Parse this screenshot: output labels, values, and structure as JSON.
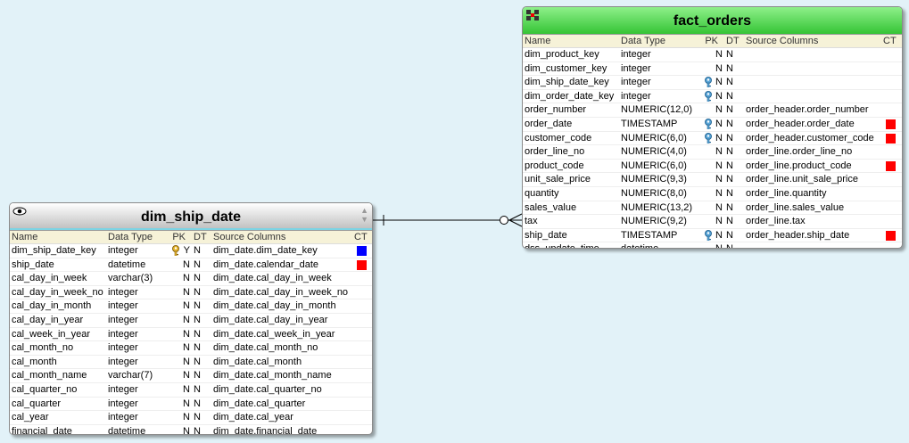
{
  "fact_orders": {
    "title": "fact_orders",
    "headers": {
      "name": "Name",
      "type": "Data Type",
      "pk": "PK",
      "dt": "DT",
      "src": "Source Columns",
      "ct": "CT"
    },
    "rows": [
      {
        "name": "dim_product_key",
        "type": "integer",
        "key": "",
        "pk": "N",
        "dt": "N",
        "src": "",
        "ct": ""
      },
      {
        "name": "dim_customer_key",
        "type": "integer",
        "key": "",
        "pk": "N",
        "dt": "N",
        "src": "",
        "ct": ""
      },
      {
        "name": "dim_ship_date_key",
        "type": "integer",
        "key": "blue",
        "pk": "N",
        "dt": "N",
        "src": "",
        "ct": ""
      },
      {
        "name": "dim_order_date_key",
        "type": "integer",
        "key": "blue",
        "pk": "N",
        "dt": "N",
        "src": "",
        "ct": ""
      },
      {
        "name": "order_number",
        "type": "NUMERIC(12,0)",
        "key": "",
        "pk": "N",
        "dt": "N",
        "src": "order_header.order_number",
        "ct": ""
      },
      {
        "name": "order_date",
        "type": "TIMESTAMP",
        "key": "blue",
        "pk": "N",
        "dt": "N",
        "src": "order_header.order_date",
        "ct": "#ff0000"
      },
      {
        "name": "customer_code",
        "type": "NUMERIC(6,0)",
        "key": "blue",
        "pk": "N",
        "dt": "N",
        "src": "order_header.customer_code",
        "ct": "#ff0000"
      },
      {
        "name": "order_line_no",
        "type": "NUMERIC(4,0)",
        "key": "",
        "pk": "N",
        "dt": "N",
        "src": "order_line.order_line_no",
        "ct": ""
      },
      {
        "name": "product_code",
        "type": "NUMERIC(6,0)",
        "key": "",
        "pk": "N",
        "dt": "N",
        "src": "order_line.product_code",
        "ct": "#ff0000"
      },
      {
        "name": "unit_sale_price",
        "type": "NUMERIC(9,3)",
        "key": "",
        "pk": "N",
        "dt": "N",
        "src": "order_line.unit_sale_price",
        "ct": ""
      },
      {
        "name": "quantity",
        "type": "NUMERIC(8,0)",
        "key": "",
        "pk": "N",
        "dt": "N",
        "src": "order_line.quantity",
        "ct": ""
      },
      {
        "name": "sales_value",
        "type": "NUMERIC(13,2)",
        "key": "",
        "pk": "N",
        "dt": "N",
        "src": "order_line.sales_value",
        "ct": ""
      },
      {
        "name": "tax",
        "type": "NUMERIC(9,2)",
        "key": "",
        "pk": "N",
        "dt": "N",
        "src": "order_line.tax",
        "ct": ""
      },
      {
        "name": "ship_date",
        "type": "TIMESTAMP",
        "key": "blue",
        "pk": "N",
        "dt": "N",
        "src": "order_header.ship_date",
        "ct": "#ff0000"
      },
      {
        "name": "dss_update_time",
        "type": "datetime",
        "key": "",
        "pk": "N",
        "dt": "N",
        "src": "",
        "ct": ""
      }
    ]
  },
  "dim_ship_date": {
    "title": "dim_ship_date",
    "headers": {
      "name": "Name",
      "type": "Data Type",
      "pk": "PK",
      "dt": "DT",
      "src": "Source Columns",
      "ct": "CT"
    },
    "rows": [
      {
        "name": "dim_ship_date_key",
        "type": "integer",
        "key": "gold",
        "pk": "Y",
        "dt": "N",
        "src": "dim_date.dim_date_key",
        "ct": "#0000ff"
      },
      {
        "name": "ship_date",
        "type": "datetime",
        "key": "",
        "pk": "N",
        "dt": "N",
        "src": "dim_date.calendar_date",
        "ct": "#ff0000"
      },
      {
        "name": "cal_day_in_week",
        "type": "varchar(3)",
        "key": "",
        "pk": "N",
        "dt": "N",
        "src": "dim_date.cal_day_in_week",
        "ct": ""
      },
      {
        "name": "cal_day_in_week_no",
        "type": "integer",
        "key": "",
        "pk": "N",
        "dt": "N",
        "src": "dim_date.cal_day_in_week_no",
        "ct": ""
      },
      {
        "name": "cal_day_in_month",
        "type": "integer",
        "key": "",
        "pk": "N",
        "dt": "N",
        "src": "dim_date.cal_day_in_month",
        "ct": ""
      },
      {
        "name": "cal_day_in_year",
        "type": "integer",
        "key": "",
        "pk": "N",
        "dt": "N",
        "src": "dim_date.cal_day_in_year",
        "ct": ""
      },
      {
        "name": "cal_week_in_year",
        "type": "integer",
        "key": "",
        "pk": "N",
        "dt": "N",
        "src": "dim_date.cal_week_in_year",
        "ct": ""
      },
      {
        "name": "cal_month_no",
        "type": "integer",
        "key": "",
        "pk": "N",
        "dt": "N",
        "src": "dim_date.cal_month_no",
        "ct": ""
      },
      {
        "name": "cal_month",
        "type": "integer",
        "key": "",
        "pk": "N",
        "dt": "N",
        "src": "dim_date.cal_month",
        "ct": ""
      },
      {
        "name": "cal_month_name",
        "type": "varchar(7)",
        "key": "",
        "pk": "N",
        "dt": "N",
        "src": "dim_date.cal_month_name",
        "ct": ""
      },
      {
        "name": "cal_quarter_no",
        "type": "integer",
        "key": "",
        "pk": "N",
        "dt": "N",
        "src": "dim_date.cal_quarter_no",
        "ct": ""
      },
      {
        "name": "cal_quarter",
        "type": "integer",
        "key": "",
        "pk": "N",
        "dt": "N",
        "src": "dim_date.cal_quarter",
        "ct": ""
      },
      {
        "name": "cal_year",
        "type": "integer",
        "key": "",
        "pk": "N",
        "dt": "N",
        "src": "dim_date.cal_year",
        "ct": ""
      },
      {
        "name": "financial_date",
        "type": "datetime",
        "key": "",
        "pk": "N",
        "dt": "N",
        "src": "dim_date.financial_date",
        "ct": ""
      }
    ]
  }
}
